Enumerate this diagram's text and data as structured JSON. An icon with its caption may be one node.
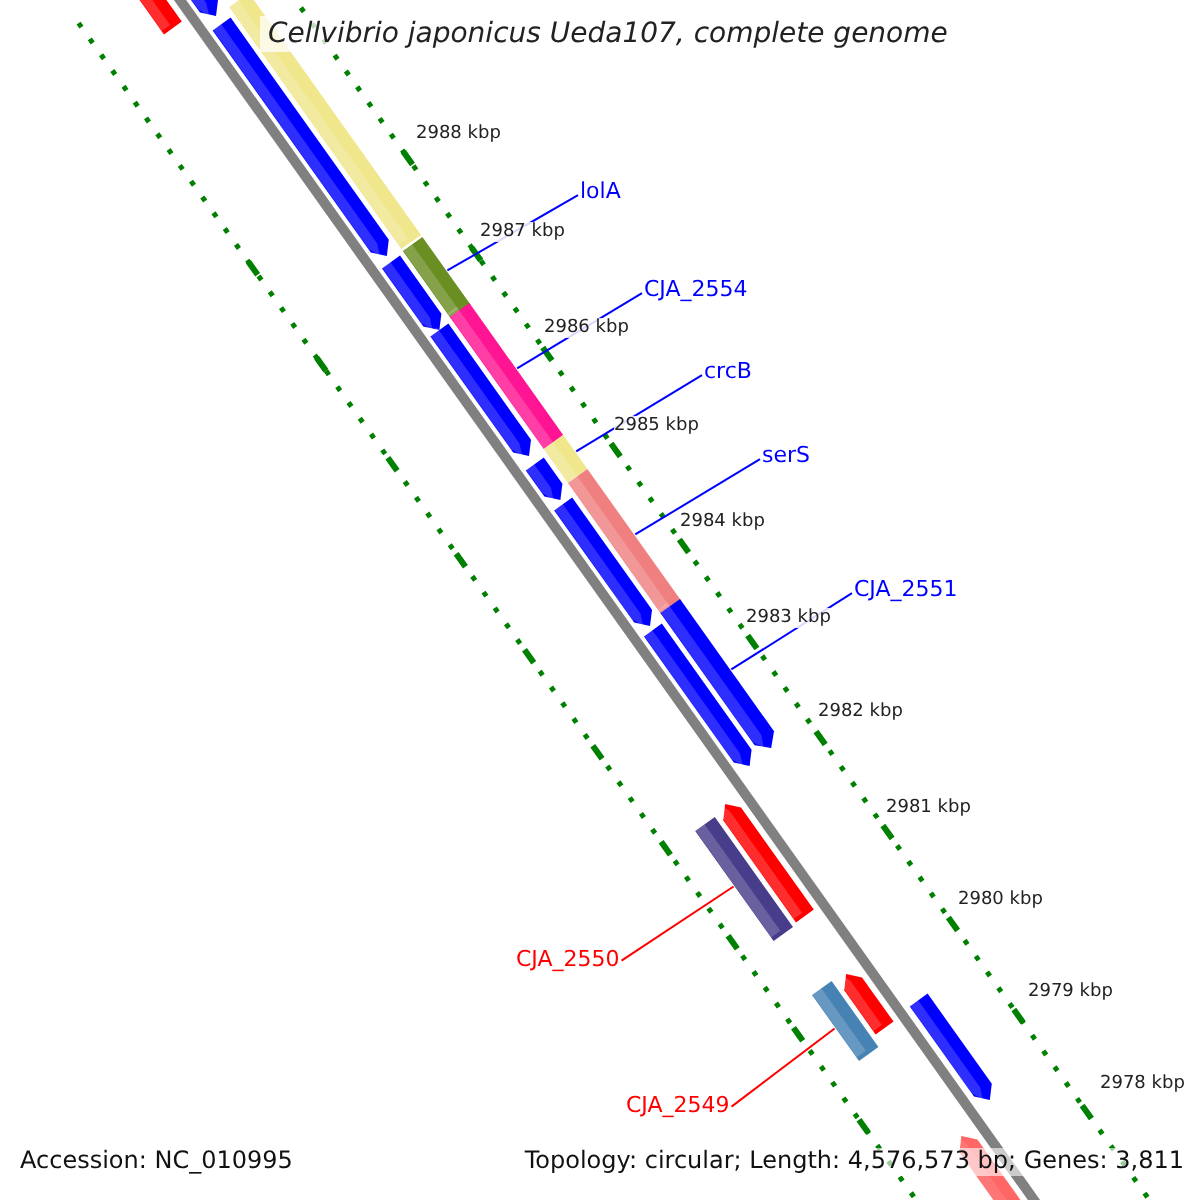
{
  "diagram": {
    "title": "Cellvibrio japonicus Ueda107, complete genome",
    "nodes": [
      {
        "text": [
          "lolA"
        ]
      },
      {
        "text": [],
        "shape": "bar"
      },
      {
        "text": [
          "CJA_2554"
        ]
      },
      {
        "text": [],
        "shape": "bar"
      },
      {
        "text": [
          "crcB"
        ]
      },
      {
        "text": [],
        "shape": "bar"
      },
      {
        "text": [
          "serS"
        ]
      },
      {
        "text": [],
        "shape": "bar"
      },
      {
        "text": [
          "CJA_2551"
        ]
      },
      {
        "text": [],
        "shape": "bar"
      },
      {
        "text": [
          "CJA_2550"
        ]
      },
      {
        "text": [],
        "shape": "bar"
      },
      {
        "text": [
          "CJA_2549"
        ]
      },
      {
        "text": [],
        "shape": "bar"
      }
    ],
    "edges": [
      {
        "from": 0,
        "to": 1,
        "arrow": "none"
      },
      {
        "from": 2,
        "to": 3,
        "arrow": "none"
      },
      {
        "from": 4,
        "to": 5,
        "arrow": "none"
      },
      {
        "from": 6,
        "to": 7,
        "arrow": "none"
      },
      {
        "from": 8,
        "to": 9,
        "arrow": "none"
      },
      {
        "from": 10,
        "to": 11,
        "arrow": "none",
        "color": "#ff0000"
      },
      {
        "from": 12,
        "to": 13,
        "arrow": "none",
        "color": "#ff0000"
      }
    ],
    "labels": [
      "2988 kbp",
      "2987 kbp",
      "2986 kbp",
      "2985 kbp",
      "2984 kbp",
      "2983 kbp",
      "2982 kbp",
      "2981 kbp",
      "2980 kbp",
      "2979 kbp",
      "2978 kbp",
      "Accession: NC_010995",
      "Topology: circular; Length: 4,576,573 bp; Genes: 3,811"
    ]
  }
}
